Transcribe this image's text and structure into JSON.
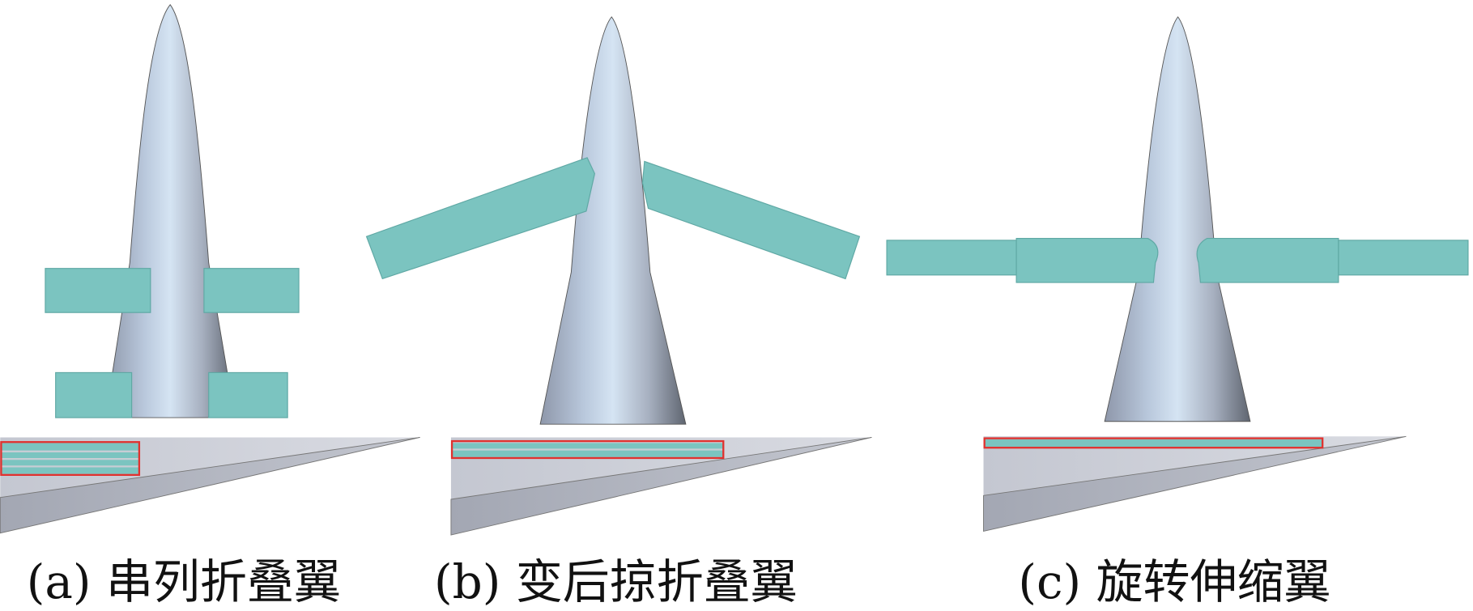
{
  "colors": {
    "wing": "#7bc4c0",
    "body_light": "#d3e3f2",
    "body_dark": "#6f7684",
    "highlight_box": "#e0322f"
  },
  "panels": [
    {
      "id": "a",
      "caption": "(a) 串列折叠翼"
    },
    {
      "id": "b",
      "caption": "(b) 变后掠折叠翼"
    },
    {
      "id": "c",
      "caption": "(c) 旋转伸缩翼"
    }
  ]
}
